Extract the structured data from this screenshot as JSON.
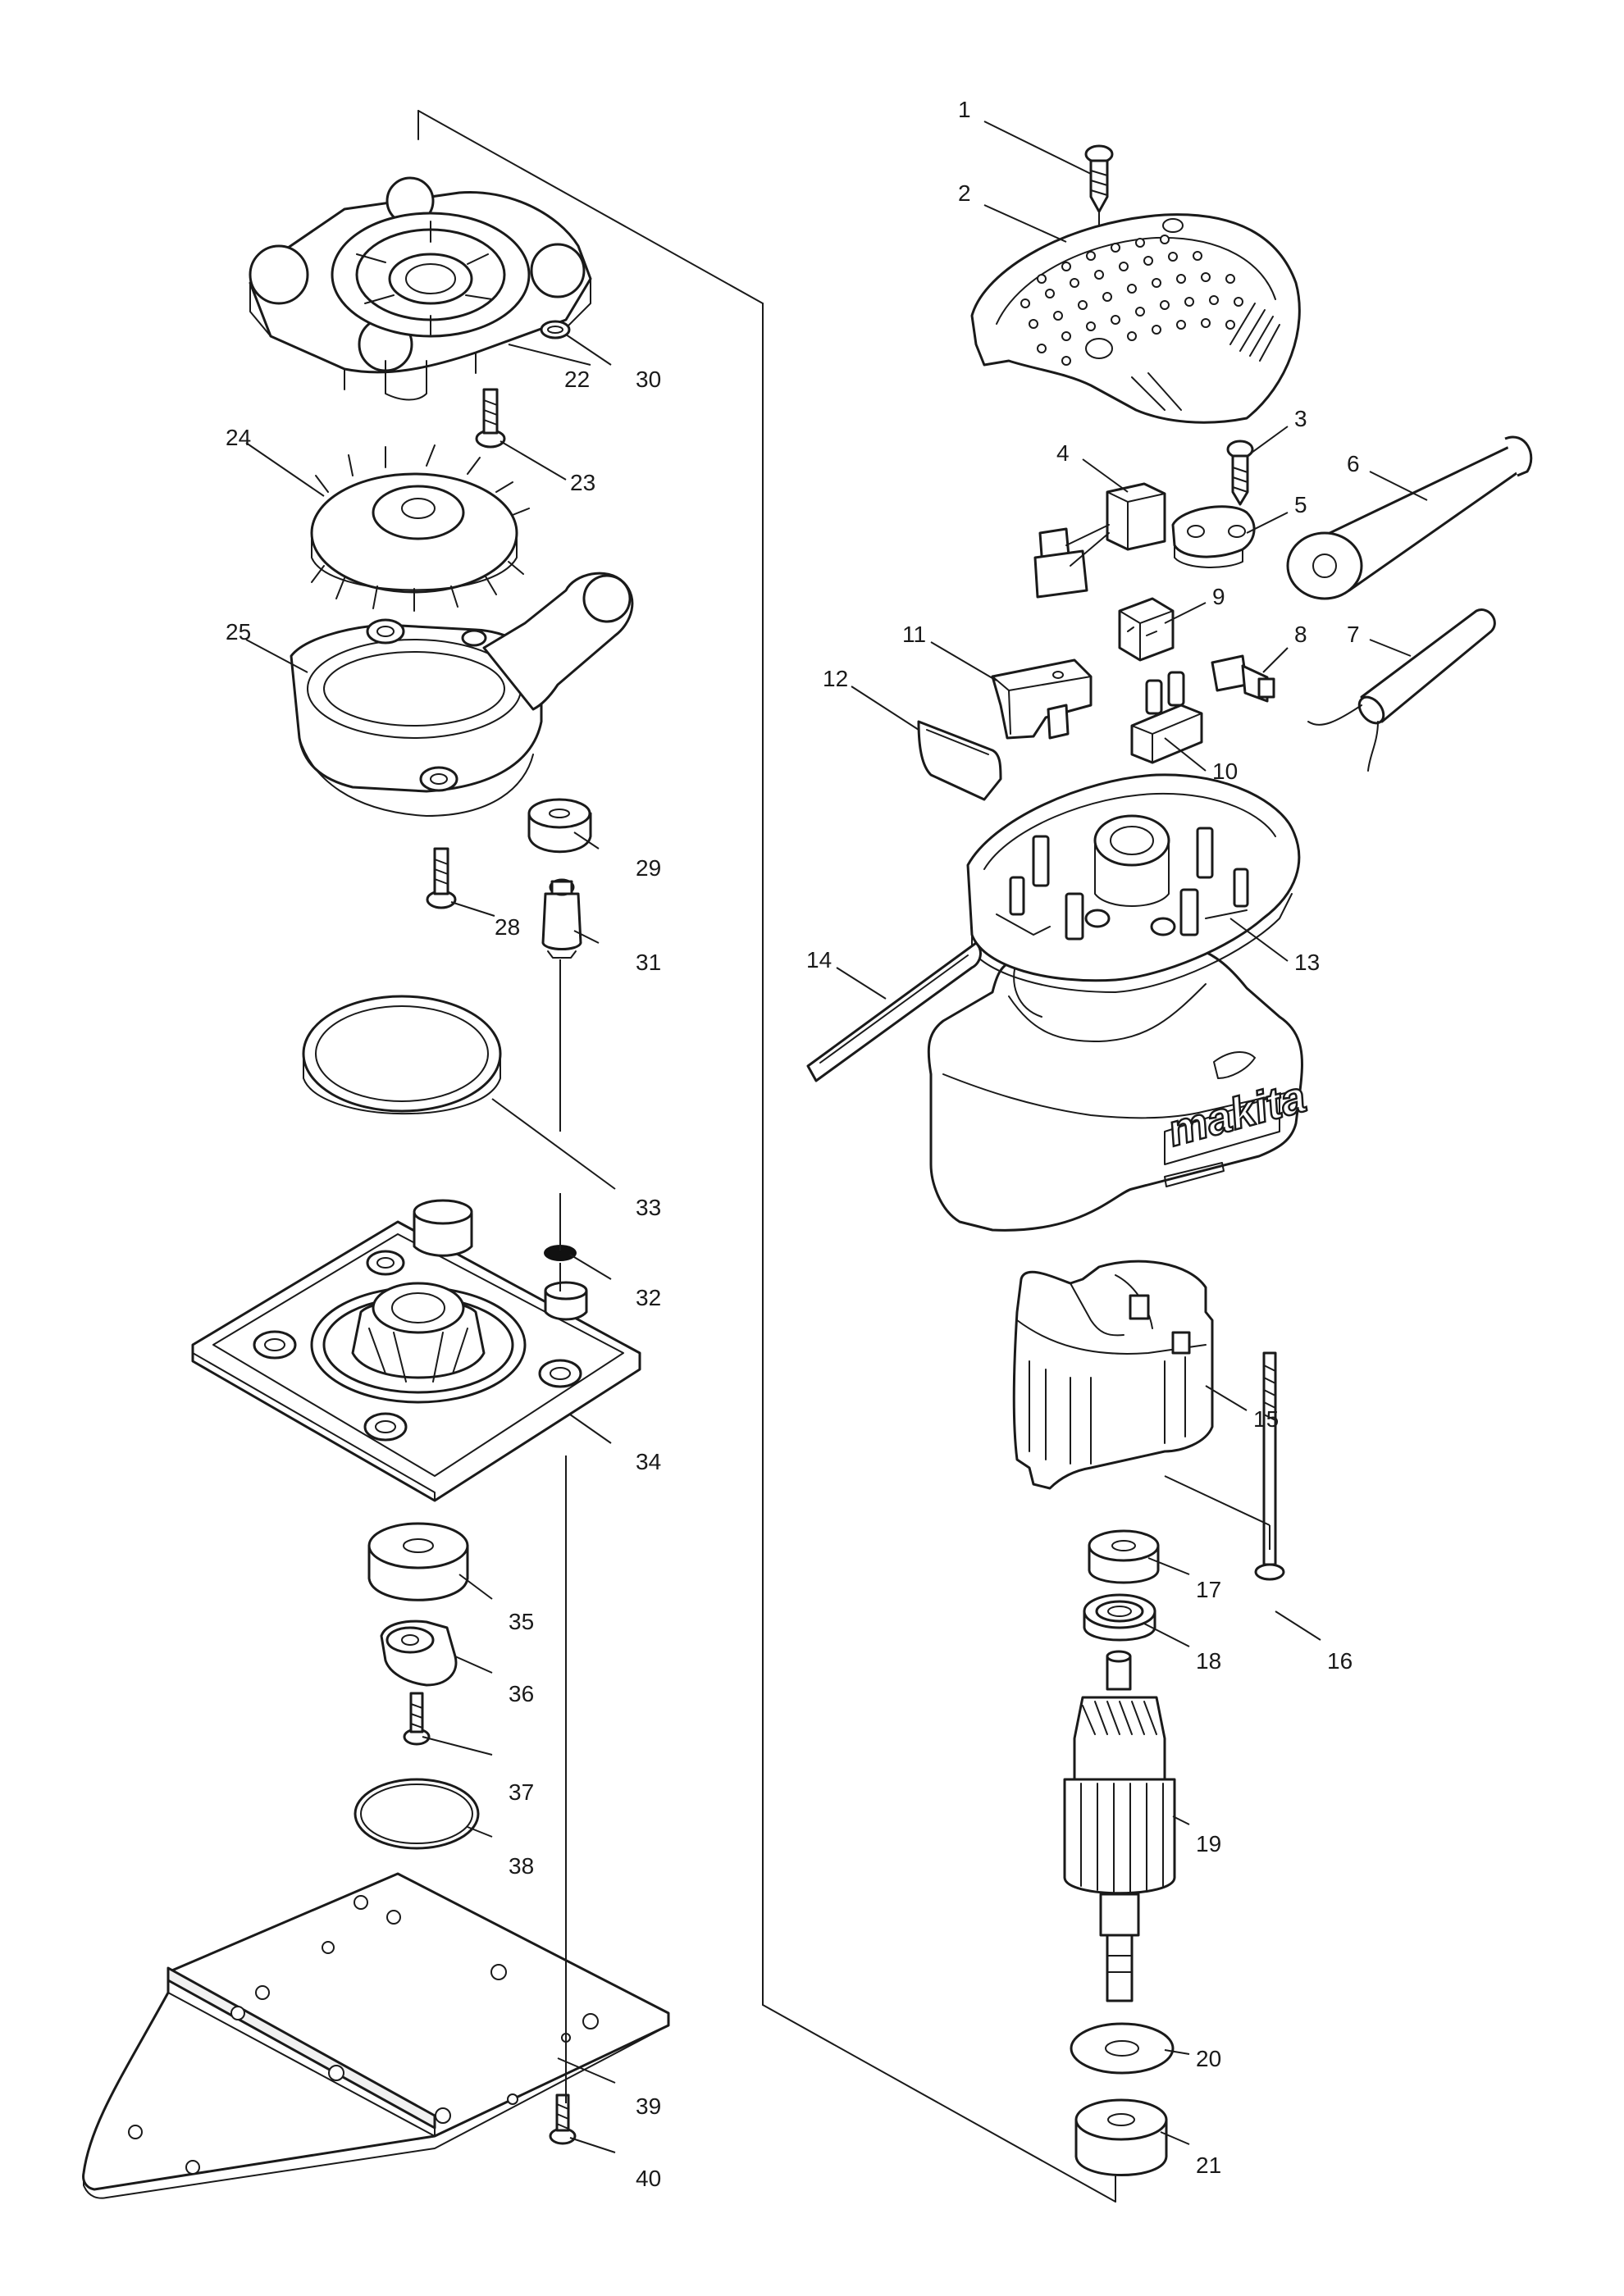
{
  "parts": [
    {
      "number": "1"
    },
    {
      "number": "2"
    },
    {
      "number": "3"
    },
    {
      "number": "4"
    },
    {
      "number": "5"
    },
    {
      "number": "6"
    },
    {
      "number": "7"
    },
    {
      "number": "8"
    },
    {
      "number": "9"
    },
    {
      "number": "10"
    },
    {
      "number": "11"
    },
    {
      "number": "12"
    },
    {
      "number": "13"
    },
    {
      "number": "14"
    },
    {
      "number": "15"
    },
    {
      "number": "16"
    },
    {
      "number": "17"
    },
    {
      "number": "18"
    },
    {
      "number": "19"
    },
    {
      "number": "20"
    },
    {
      "number": "21"
    },
    {
      "number": "22"
    },
    {
      "number": "23"
    },
    {
      "number": "24"
    },
    {
      "number": "25"
    },
    {
      "number": "28"
    },
    {
      "number": "29"
    },
    {
      "number": "30"
    },
    {
      "number": "31"
    },
    {
      "number": "32"
    },
    {
      "number": "33"
    },
    {
      "number": "34"
    },
    {
      "number": "35"
    },
    {
      "number": "36"
    },
    {
      "number": "37"
    },
    {
      "number": "38"
    },
    {
      "number": "39"
    },
    {
      "number": "40"
    }
  ],
  "brand_text": "makita"
}
